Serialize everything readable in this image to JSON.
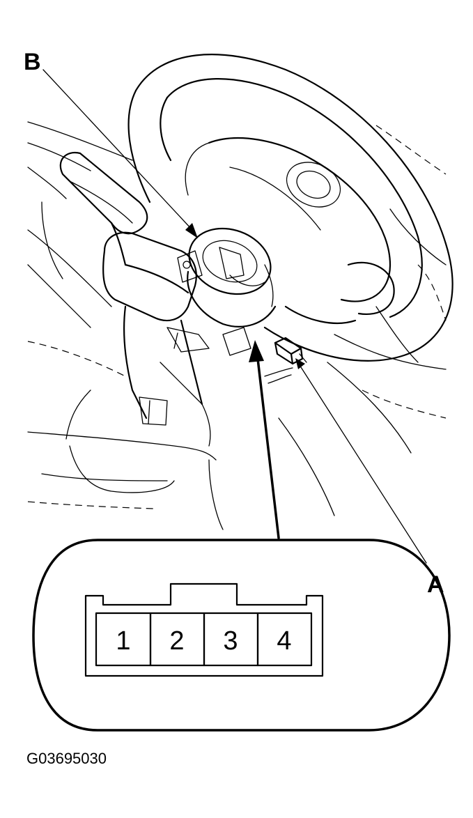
{
  "labels": {
    "a": "A",
    "b": "B"
  },
  "connector": {
    "pins": [
      "1",
      "2",
      "3",
      "4"
    ]
  },
  "figure_code": "G03695030"
}
